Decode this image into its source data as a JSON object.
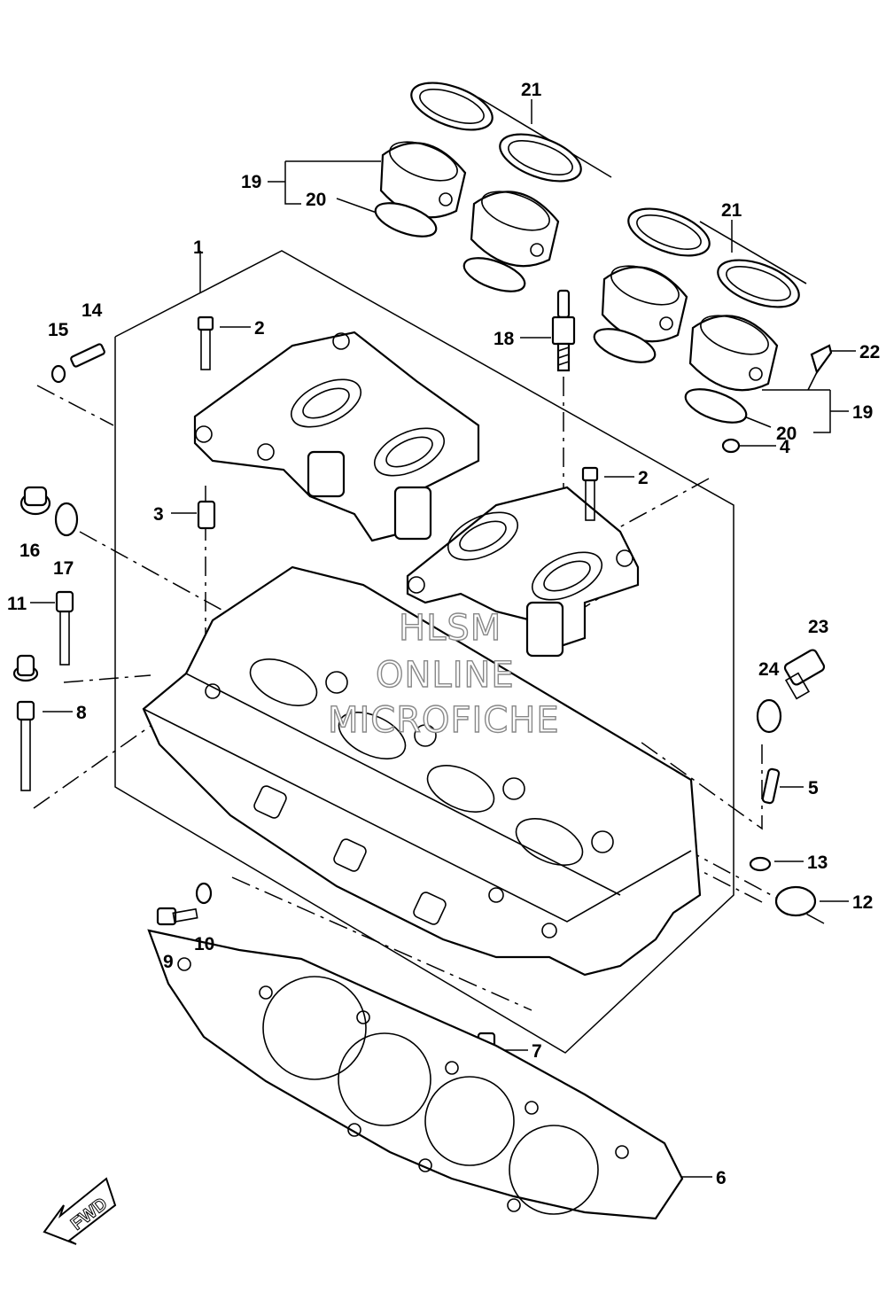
{
  "diagram": {
    "callouts": [
      "1",
      "2",
      "2",
      "3",
      "4",
      "5",
      "6",
      "7",
      "8",
      "9",
      "10",
      "11",
      "12",
      "13",
      "14",
      "15",
      "16",
      "17",
      "18",
      "19",
      "19",
      "20",
      "20",
      "21",
      "21",
      "22",
      "23",
      "24"
    ],
    "watermark": [
      "HLSM",
      "ONLINE",
      "MICROFICHE"
    ],
    "direction_label": "FWD"
  }
}
